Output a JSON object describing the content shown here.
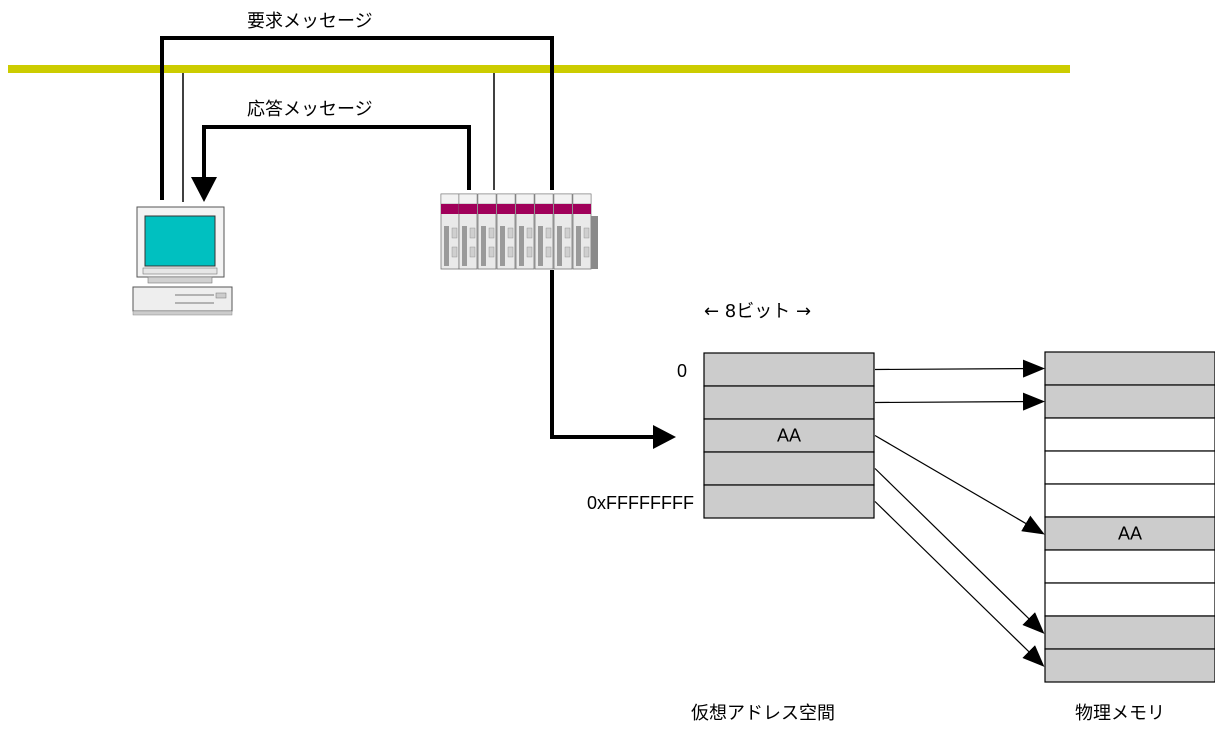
{
  "labels": {
    "request": "要求メッセージ",
    "response": "応答メッセージ",
    "bit_width": "← 8ビット →",
    "addr_start": "0",
    "addr_end": "0xFFFFFFFF",
    "virtual_caption": "仮想アドレス空間",
    "physical_caption": "物理メモリ"
  },
  "virtual_cells": [
    {
      "value": "",
      "filled": true
    },
    {
      "value": "",
      "filled": true
    },
    {
      "value": "AA",
      "filled": true
    },
    {
      "value": "",
      "filled": true
    },
    {
      "value": "",
      "filled": true
    }
  ],
  "physical_cells": [
    {
      "value": "",
      "filled": true
    },
    {
      "value": "",
      "filled": true
    },
    {
      "value": "",
      "filled": false
    },
    {
      "value": "",
      "filled": false
    },
    {
      "value": "",
      "filled": false
    },
    {
      "value": "AA",
      "filled": true
    },
    {
      "value": "",
      "filled": false
    },
    {
      "value": "",
      "filled": false
    },
    {
      "value": "",
      "filled": true
    },
    {
      "value": "",
      "filled": true
    }
  ],
  "mapping": [
    [
      0,
      0
    ],
    [
      1,
      1
    ],
    [
      2,
      5
    ],
    [
      3,
      8
    ],
    [
      4,
      9
    ]
  ],
  "colors": {
    "network_bus": "#cccc00",
    "cell_fill": "#cccccc",
    "cell_empty": "#ffffff",
    "screen": "#00c0c0",
    "plc_accent": "#a0005a"
  },
  "icons": {
    "pc": "computer-icon",
    "plc": "plc-icon"
  }
}
